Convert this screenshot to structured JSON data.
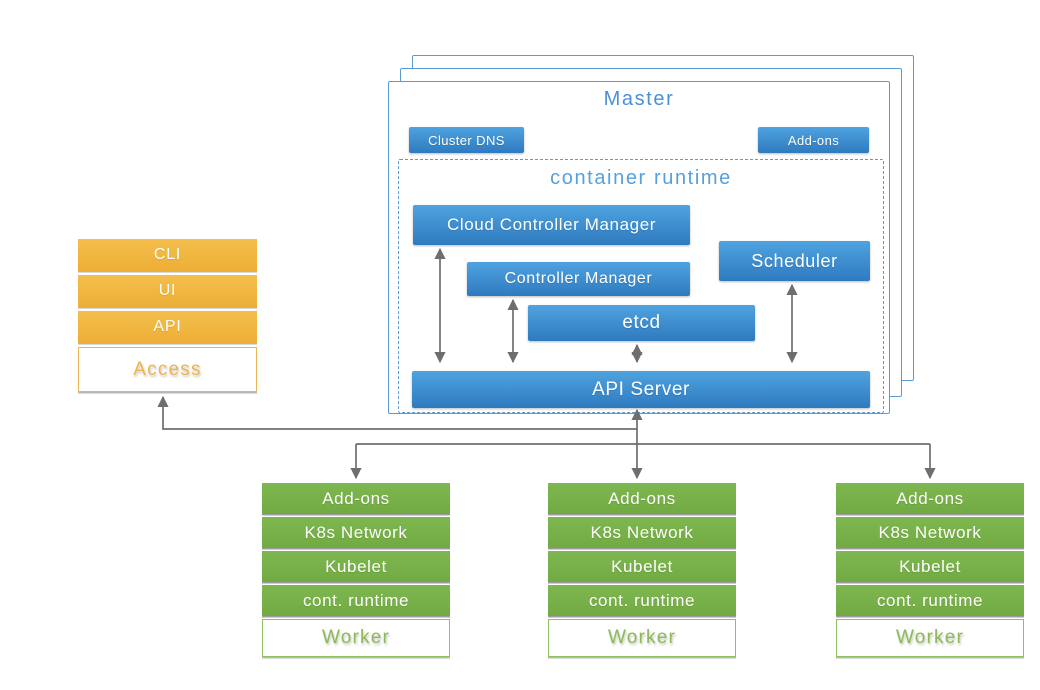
{
  "colors": {
    "blue_box_top": "#4FA3E0",
    "blue_box_bottom": "#2F7ABF",
    "master_border": "#5B9BD5",
    "master_title_color": "#4A90D9",
    "runtime_title_color": "#56A0DC",
    "orange": "#F0B747",
    "green": "#78B049",
    "access_text": "#F0B54A",
    "worker_text": "#8CBA55",
    "arrow": "#6E6E6E"
  },
  "access": {
    "rows": [
      "CLI",
      "UI",
      "API"
    ],
    "label": "Access"
  },
  "master": {
    "title": "Master",
    "cluster_dns": "Cluster DNS",
    "addons": "Add-ons",
    "runtime": {
      "title": "container runtime",
      "cloud_controller_manager": "Cloud Controller Manager",
      "controller_manager": "Controller Manager",
      "scheduler": "Scheduler",
      "etcd": "etcd",
      "api_server": "API Server"
    }
  },
  "workers": [
    {
      "rows": [
        "Add-ons",
        "K8s Network",
        "Kubelet",
        "cont. runtime"
      ],
      "label": "Worker"
    },
    {
      "rows": [
        "Add-ons",
        "K8s Network",
        "Kubelet",
        "cont. runtime"
      ],
      "label": "Worker"
    },
    {
      "rows": [
        "Add-ons",
        "K8s Network",
        "Kubelet",
        "cont. runtime"
      ],
      "label": "Worker"
    }
  ]
}
